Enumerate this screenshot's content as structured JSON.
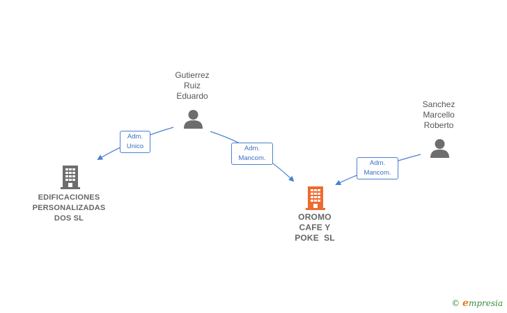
{
  "nodes": {
    "person_gutierrez": [
      "Gutierrez",
      "Ruiz",
      "Eduardo"
    ],
    "person_sanchez": [
      "Sanchez",
      "Marcello",
      "Roberto"
    ],
    "company_edificaciones": [
      "EDIFICACIONES",
      "PERSONALIZADAS",
      "DOS SL"
    ],
    "company_oromo": [
      "OROMO",
      "CAFE Y",
      "POKE  SL"
    ]
  },
  "edges": {
    "adm_unico": [
      "Adm.",
      "Unico"
    ],
    "adm_mancom_1": [
      "Adm.",
      "Mancom."
    ],
    "adm_mancom_2": [
      "Adm.",
      "Mancom."
    ]
  },
  "colors": {
    "edge": "#4a7fd0",
    "person_icon": "#6d6d6d",
    "company_icon": "#6d6d6d",
    "main_company_icon": "#ef6a2f"
  },
  "footer": {
    "copyright_symbol": "©",
    "brand_initial": "e",
    "brand_rest": "mpresia"
  }
}
